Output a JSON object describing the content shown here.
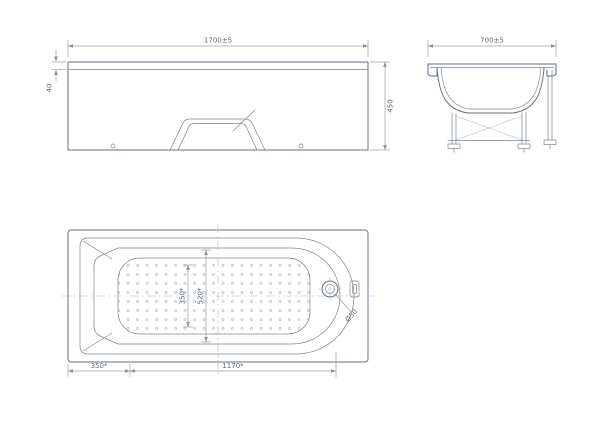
{
  "drawing": {
    "front_view": {
      "length": "1700±5",
      "height": "450",
      "rim": "40"
    },
    "end_view": {
      "width": "700±5"
    },
    "plan_view": {
      "left_offset": "350*",
      "bottom_length": "1170*",
      "bottom_width": "350*",
      "inner_width": "520*",
      "drain": "Ø50"
    }
  }
}
